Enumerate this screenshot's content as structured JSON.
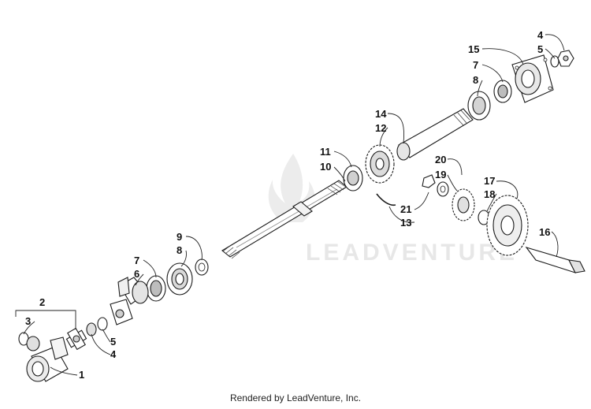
{
  "watermark": "LEADVENTURE",
  "footer": "Rendered by LeadVenture, Inc.",
  "callouts": [
    {
      "id": "c-4-top",
      "label": "4"
    },
    {
      "id": "c-5-top",
      "label": "5"
    },
    {
      "id": "c-15",
      "label": "15"
    },
    {
      "id": "c-7-top",
      "label": "7"
    },
    {
      "id": "c-8-top",
      "label": "8"
    },
    {
      "id": "c-14",
      "label": "14"
    },
    {
      "id": "c-12",
      "label": "12"
    },
    {
      "id": "c-11",
      "label": "11"
    },
    {
      "id": "c-10",
      "label": "10"
    },
    {
      "id": "c-20",
      "label": "20"
    },
    {
      "id": "c-19",
      "label": "19"
    },
    {
      "id": "c-17",
      "label": "17"
    },
    {
      "id": "c-18",
      "label": "18"
    },
    {
      "id": "c-21",
      "label": "21"
    },
    {
      "id": "c-13",
      "label": "13"
    },
    {
      "id": "c-16",
      "label": "16"
    },
    {
      "id": "c-9",
      "label": "9"
    },
    {
      "id": "c-8-mid",
      "label": "8"
    },
    {
      "id": "c-7-mid",
      "label": "7"
    },
    {
      "id": "c-6",
      "label": "6"
    },
    {
      "id": "c-2",
      "label": "2"
    },
    {
      "id": "c-3",
      "label": "3"
    },
    {
      "id": "c-5-low",
      "label": "5"
    },
    {
      "id": "c-4-low",
      "label": "4"
    },
    {
      "id": "c-1",
      "label": "1"
    }
  ]
}
